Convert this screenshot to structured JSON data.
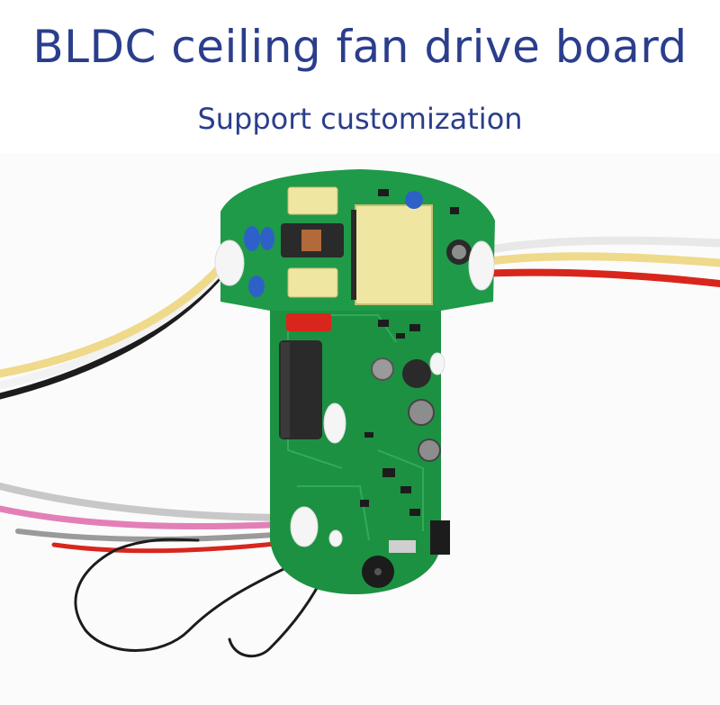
{
  "headline": {
    "title": "BLDC ceiling fan drive board",
    "subtitle": "Support customization"
  },
  "photo": {
    "subject": "green PCB drive board with wires",
    "colors": {
      "text": "#2b3e8c",
      "pcb": "#1f9a48",
      "pcb_dark": "#17803a",
      "wire_red": "#d8261c",
      "wire_yellow": "#efd98a",
      "wire_white": "#f2f2f2",
      "wire_black": "#1c1c1c",
      "wire_pink": "#e37fb7",
      "wire_gray": "#9a9a9a",
      "transformer": "#efe6a2",
      "capacitor_blue": "#2e61c7",
      "capacitor_black": "#2a2a2a"
    }
  }
}
